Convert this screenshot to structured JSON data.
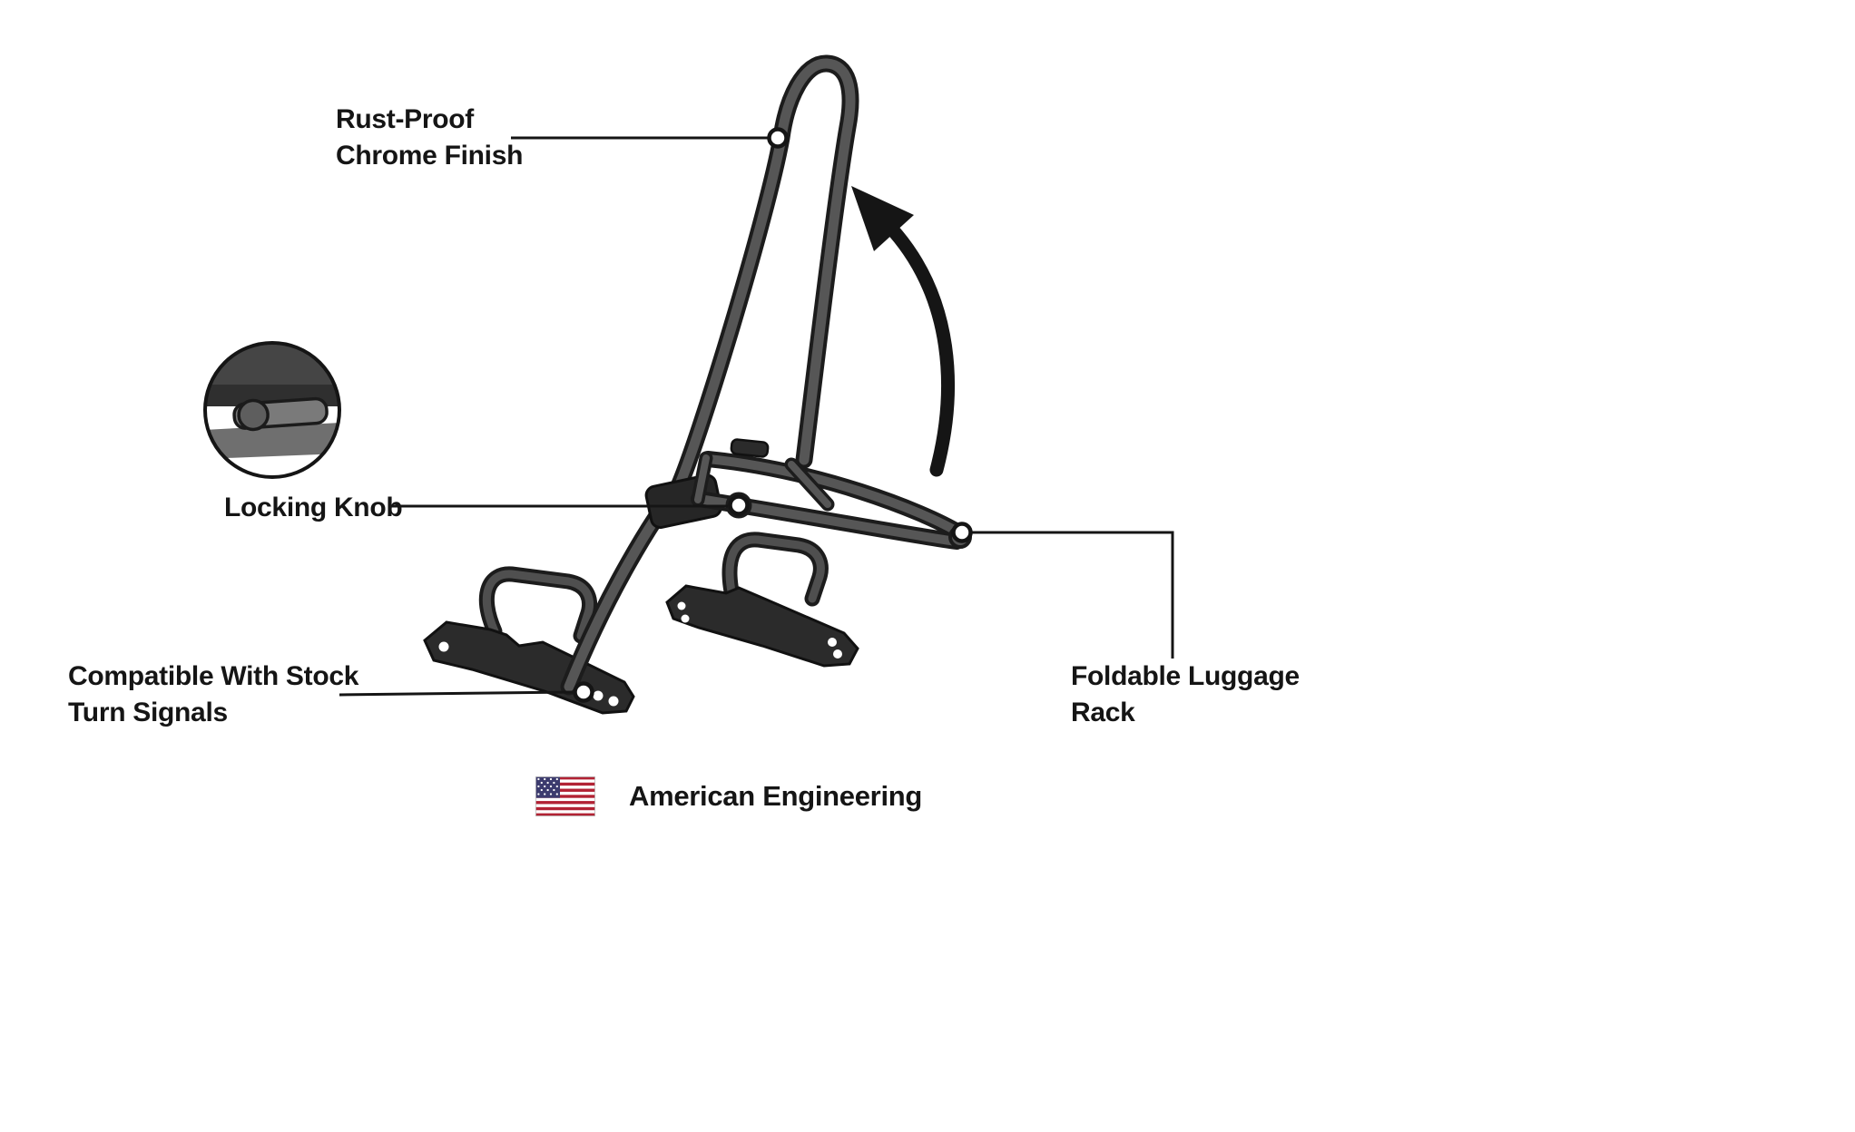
{
  "canvas": {
    "background": "#ffffff"
  },
  "colors": {
    "ink": "#151515",
    "tube_fill": "#555555",
    "tube_outline": "#1c1c1c",
    "plate_fill": "#2b2b2b",
    "flag_red": "#b22234",
    "flag_blue": "#3c3b6e"
  },
  "callouts": {
    "chrome_finish": {
      "line1": "Rust-Proof",
      "line2": "Chrome Finish"
    },
    "locking_knob": {
      "label": "Locking Knob"
    },
    "turn_signals": {
      "line1": "Compatible With Stock",
      "line2": "Turn Signals"
    },
    "luggage_rack": {
      "line1": "Foldable Luggage",
      "line2": "Rack"
    }
  },
  "footer": {
    "label": "American Engineering"
  }
}
